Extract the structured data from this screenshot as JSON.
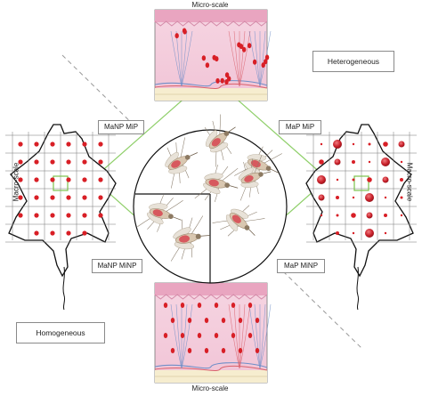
{
  "labels": {
    "micro_scale_top": "Micro-scale",
    "micro_scale_bottom": "Micro-scale",
    "macro_scale_left": "Macro-scale",
    "macro_scale_right": "Macro-scale",
    "heterogeneous": "Heterogeneous",
    "homogeneous": "Homogeneous",
    "manp_mip": "MaNP MiP",
    "map_mip": "MaP MiP",
    "manp_minp": "MaNP MiNP",
    "map_minp": "MaP MiNP"
  },
  "colors": {
    "parasite_red": "#d81f26",
    "skin_pink": "#f4cfdd",
    "epidermis_pink": "#e9a5c0",
    "dermis_cream": "#f6edcf",
    "connector_green": "#8fcf6a",
    "highlight_green": "#7bc24c",
    "vessel_blue": "#6f8fc8",
    "vessel_red": "#d9606b"
  }
}
